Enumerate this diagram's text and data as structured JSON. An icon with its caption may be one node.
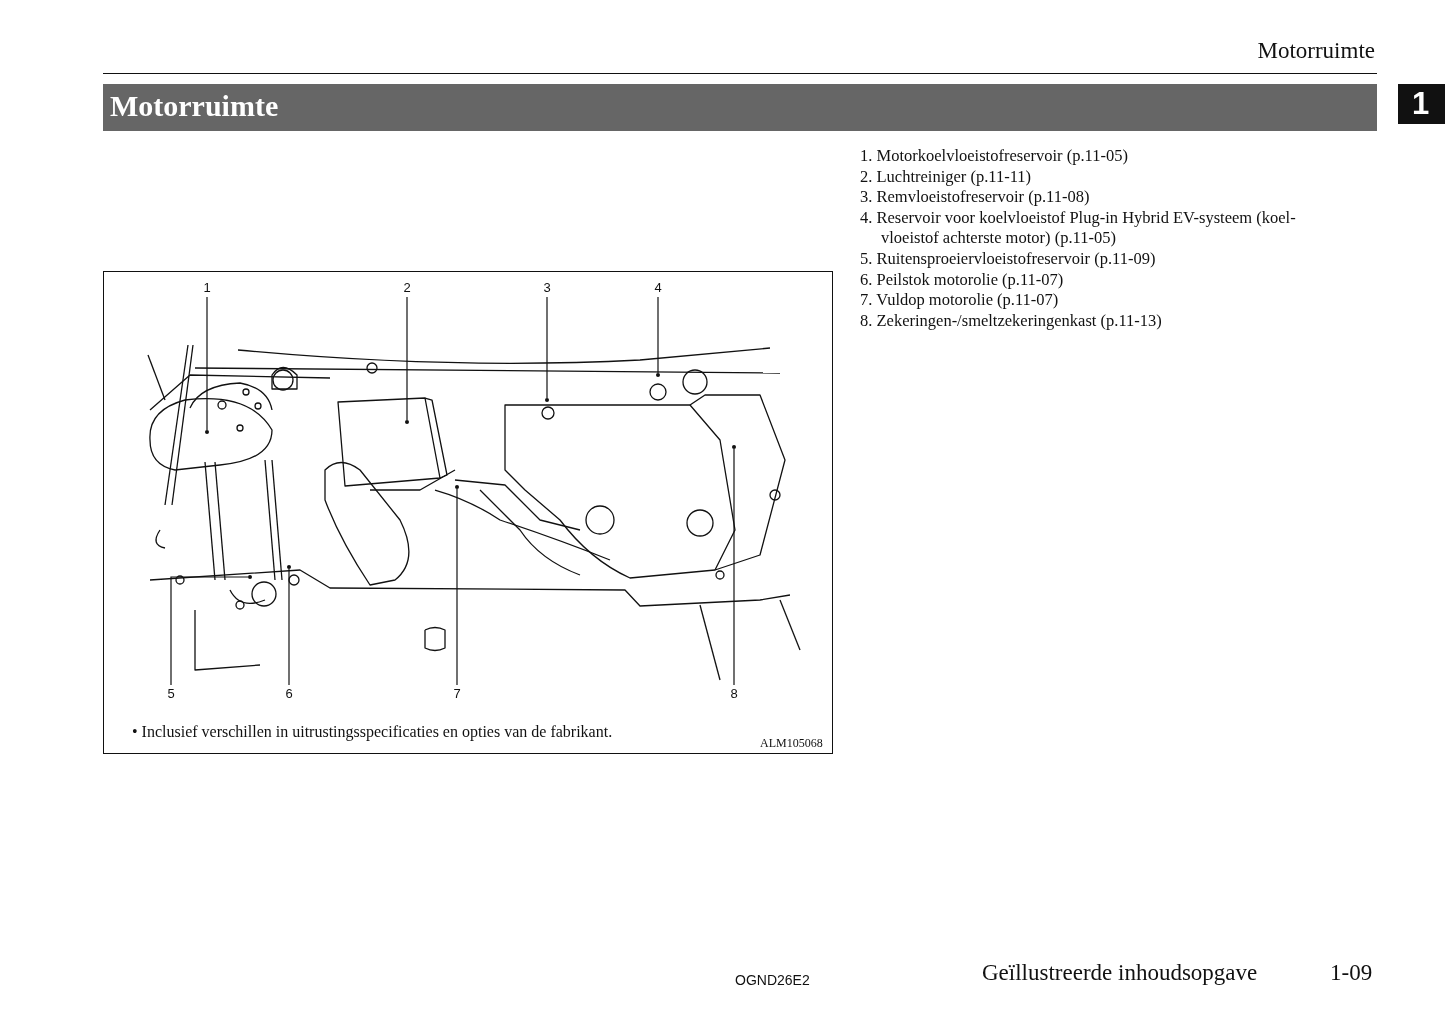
{
  "diagram": {
    "title": "Motorruimte",
    "nodes": [
      {
        "text": [
          "1"
        ]
      },
      {
        "text": [
          "2"
        ]
      },
      {
        "text": [
          "3"
        ]
      },
      {
        "text": [
          "4"
        ]
      },
      {
        "text": [
          "5"
        ]
      },
      {
        "text": [
          "6"
        ]
      },
      {
        "text": [
          "7"
        ]
      },
      {
        "text": [
          "8"
        ]
      },
      {
        "text": [],
        "shape": "dot"
      },
      {
        "text": [],
        "shape": "dot"
      },
      {
        "text": [],
        "shape": "dot"
      },
      {
        "text": [],
        "shape": "dot"
      },
      {
        "text": [],
        "shape": "dot"
      },
      {
        "text": [],
        "shape": "dot"
      },
      {
        "text": [],
        "shape": "dot"
      },
      {
        "text": [],
        "shape": "dot"
      }
    ],
    "edges": [
      {
        "from": 0,
        "to": 8,
        "arrow": "none"
      },
      {
        "from": 1,
        "to": 9,
        "arrow": "none"
      },
      {
        "from": 2,
        "to": 10,
        "arrow": "none"
      },
      {
        "from": 3,
        "to": 11,
        "arrow": "none"
      },
      {
        "from": 4,
        "to": 12,
        "arrow": "none"
      },
      {
        "from": 5,
        "to": 13,
        "arrow": "none"
      },
      {
        "from": 6,
        "to": 14,
        "arrow": "none"
      },
      {
        "from": 7,
        "to": 15,
        "arrow": "none"
      }
    ],
    "labels": [
      "Motorruimte",
      "1",
      "1. Motorkoelvloeistofreservoir (p.11-05)",
      "2. Luchtreiniger (p.11-11)",
      "3. Remvloeistofreservoir (p.11-08)",
      "4. Reservoir voor koelvloeistof Plug-in Hybrid EV-systeem (koel-vloeistof achterste motor) (p.11-05)",
      "5. Ruitensproeiervloeistofreservoir (p.11-09)",
      "6. Peilstok motorolie (p.11-07)",
      "7. Vuldop motorolie (p.11-07)",
      "8. Zekeringen-/smeltzekeringenkast (p.11-13)",
      "• Inclusief verschillen in uitrustingsspecificaties en opties van de fabrikant.",
      "ALM105068",
      "OGND26E2",
      "Geïllustreerde inhoudsopgave",
      "1-09"
    ]
  }
}
